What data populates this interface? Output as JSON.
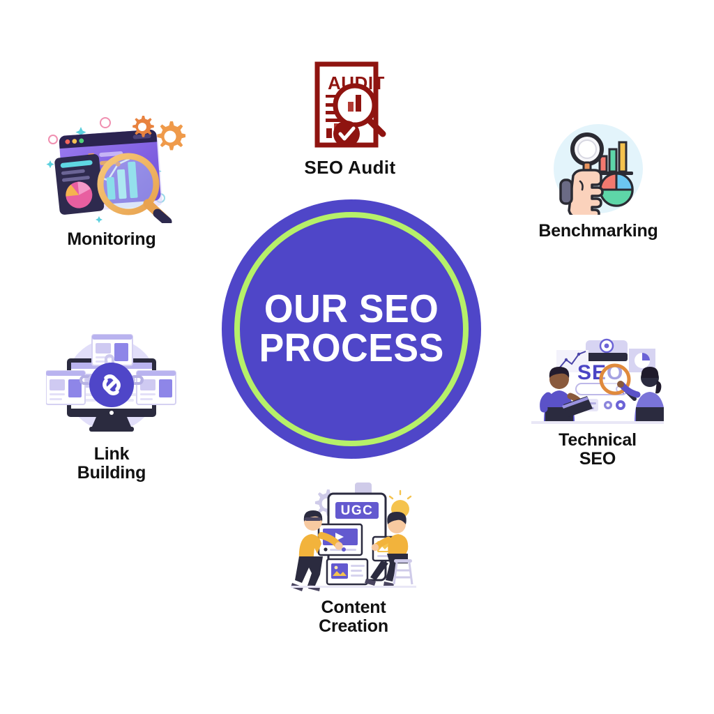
{
  "graphic": {
    "type": "seo-process-circular-infographic",
    "background_color": "#ffffff",
    "center": {
      "title": "OUR SEO\nPROCESS",
      "title_line_1": "OUR SEO",
      "title_line_2": "PROCESS",
      "fill_color": "#4f46c8",
      "ring_color": "#b6f069",
      "text_color": "#ffffff"
    },
    "steps": [
      {
        "id": "seo-audit",
        "label": "SEO Audit",
        "icon": "audit-document-icon",
        "icon_text": "AUDIT",
        "accent_color": "#8f1410",
        "position": "top"
      },
      {
        "id": "monitoring",
        "label": "Monitoring",
        "icon": "analytics-dashboard-icon",
        "accent_color": "#7b5ce0",
        "position": "top-left"
      },
      {
        "id": "benchmarking",
        "label": "Benchmarking",
        "icon": "hand-magnifier-charts-icon",
        "accent_color": "#e0f4fb",
        "position": "top-right"
      },
      {
        "id": "link-building",
        "label": "Link\nBuilding",
        "icon": "monitor-chain-link-icon",
        "accent_color": "#4f46c8",
        "position": "bottom-left"
      },
      {
        "id": "technical-seo",
        "label": "Technical\nSEO",
        "icon": "team-seo-search-icon",
        "icon_text": "SEO",
        "accent_color": "#5b5bd6",
        "position": "bottom-right"
      },
      {
        "id": "content-creation",
        "label": "Content\nCreation",
        "icon": "ugc-tablet-team-icon",
        "icon_text": "UGC",
        "accent_color": "#f0b43c",
        "position": "bottom"
      }
    ]
  }
}
